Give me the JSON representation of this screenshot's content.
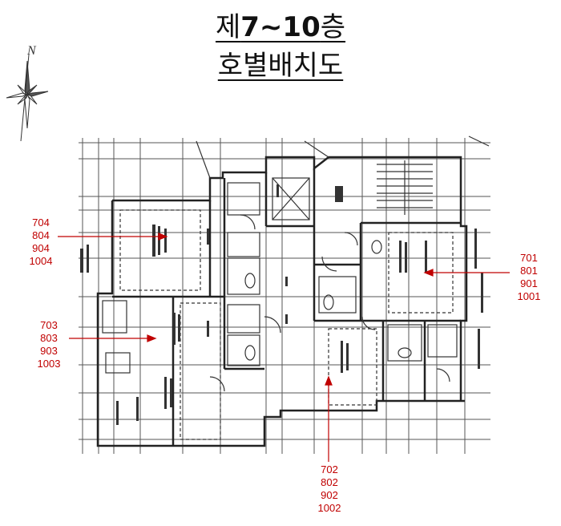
{
  "title": {
    "prefix": "제",
    "floors": "7~10",
    "suffix": "층",
    "subtitle": "호별배치도"
  },
  "compass": {
    "label": "N"
  },
  "unit_groups": [
    {
      "id": "upper-left",
      "units": [
        "704",
        "804",
        "904",
        "1004"
      ]
    },
    {
      "id": "lower-left",
      "units": [
        "703",
        "803",
        "903",
        "1003"
      ]
    },
    {
      "id": "right",
      "units": [
        "701",
        "801",
        "901",
        "1001"
      ]
    },
    {
      "id": "bottom",
      "units": [
        "702",
        "802",
        "902",
        "1002"
      ]
    }
  ],
  "colors": {
    "label": "#c00000",
    "arrow": "#c00000",
    "lines": "#333333"
  }
}
